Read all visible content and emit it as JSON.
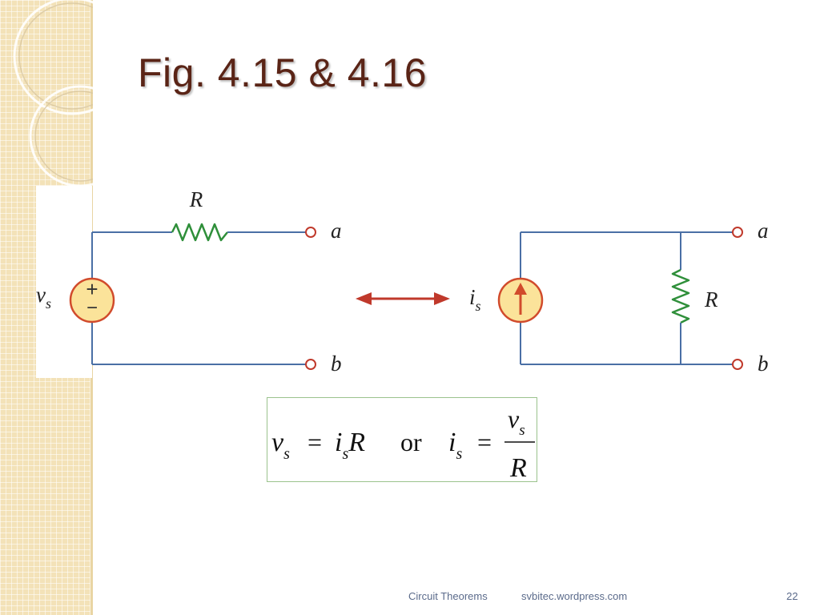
{
  "slide": {
    "title": "Fig. 4.15 & 4.16"
  },
  "circuit": {
    "left": {
      "source_label": "v",
      "source_sub": "s",
      "resistor_label": "R",
      "terminal_a": "a",
      "terminal_b": "b",
      "plus_sign": "+",
      "minus_sign": "−"
    },
    "right": {
      "source_label": "i",
      "source_sub": "s",
      "resistor_label": "R",
      "terminal_a": "a",
      "terminal_b": "b"
    },
    "colors": {
      "wire": "#4a6fa5",
      "resistor": "#2f8f3a",
      "source_fill": "#fbe39a",
      "source_stroke": "#d14b2c",
      "arrow": "#c0392b"
    }
  },
  "formula": {
    "lhs_v": "v",
    "lhs_v_sub": "s",
    "eq1": "=",
    "i1": "i",
    "i1_sub": "s",
    "r1": "R",
    "or": "or",
    "i2": "i",
    "i2_sub": "s",
    "eq2": "=",
    "num_v": "v",
    "num_v_sub": "s",
    "den_r": "R"
  },
  "footer": {
    "section": "Circuit Theorems",
    "site": "svbitec.wordpress.com",
    "page": "22"
  }
}
